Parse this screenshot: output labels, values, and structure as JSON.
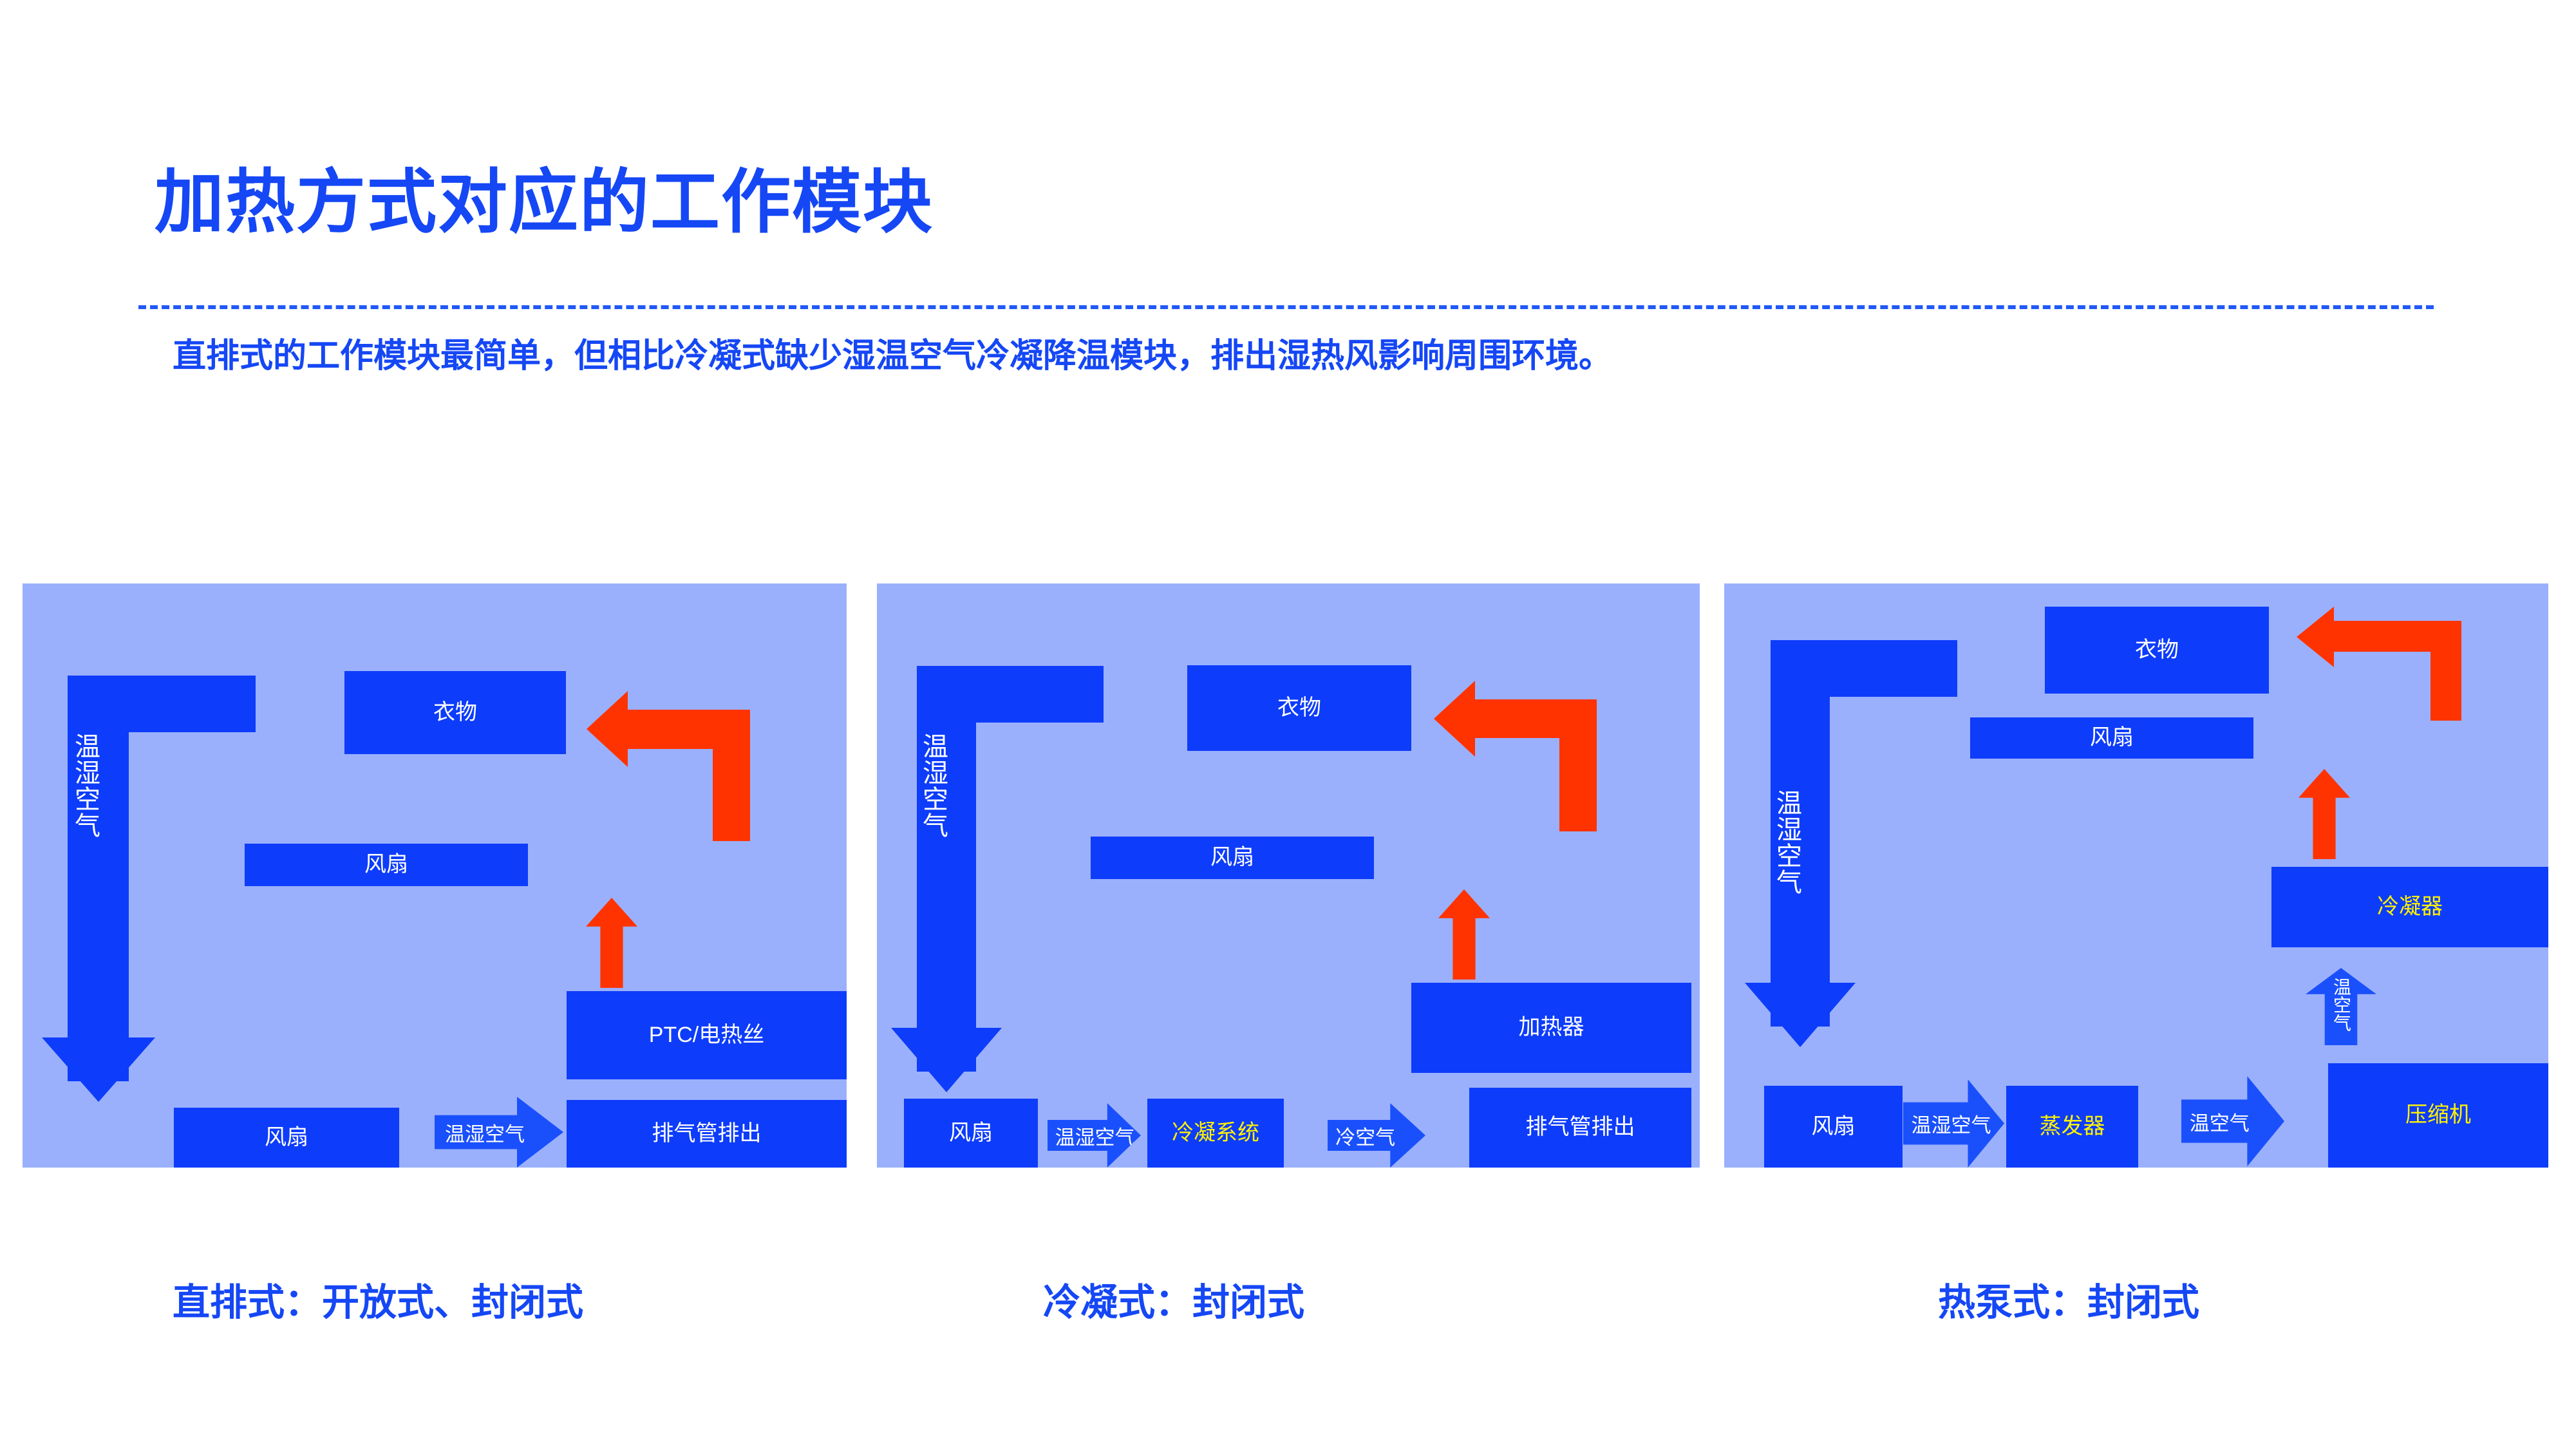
{
  "header": {
    "title": "加热方式对应的工作模块",
    "subtitle": "直排式的工作模块最简单，但相比冷凝式缺少湿温空气冷凝降温模块，排出湿热风影响周围环境。"
  },
  "colors": {
    "accent_blue": "#1547F5",
    "box_blue": "#0D3CFB",
    "panel_bg": "#9BB0FC",
    "arrow_orange": "#FF3300",
    "highlight_yellow": "#FFF200",
    "white": "#FFFFFF"
  },
  "panels": [
    {
      "id": "direct-exhaust",
      "caption": "直排式：开放式、封闭式",
      "boxes": {
        "clothes": "衣物",
        "fan_top": "风扇",
        "heater": "PTC/电热丝",
        "fan_bottom": "风扇",
        "exhaust": "排气管排出"
      },
      "flow_labels": {
        "warm_humid_air_vertical": "温湿空气",
        "warm_humid_air_horizontal": "温湿空气"
      }
    },
    {
      "id": "condensing",
      "caption": "冷凝式：封闭式",
      "boxes": {
        "clothes": "衣物",
        "fan_top": "风扇",
        "heater": "加热器",
        "fan_bottom": "风扇",
        "condenser_system": "冷凝系统",
        "exhaust": "排气管排出"
      },
      "flow_labels": {
        "warm_humid_air_vertical": "温湿空气",
        "warm_humid_air_horizontal": "温湿空气",
        "cold_air": "冷空气"
      }
    },
    {
      "id": "heat-pump",
      "caption": "热泵式：封闭式",
      "boxes": {
        "clothes": "衣物",
        "fan_top": "风扇",
        "condenser": "冷凝器",
        "fan_bottom": "风扇",
        "evaporator": "蒸发器",
        "compressor": "压缩机"
      },
      "flow_labels": {
        "warm_humid_air_vertical": "温湿空气",
        "warm_humid_air_horizontal": "温湿空气",
        "warm_air_horizontal": "温空气",
        "warm_air_vertical": "温空气"
      }
    }
  ]
}
